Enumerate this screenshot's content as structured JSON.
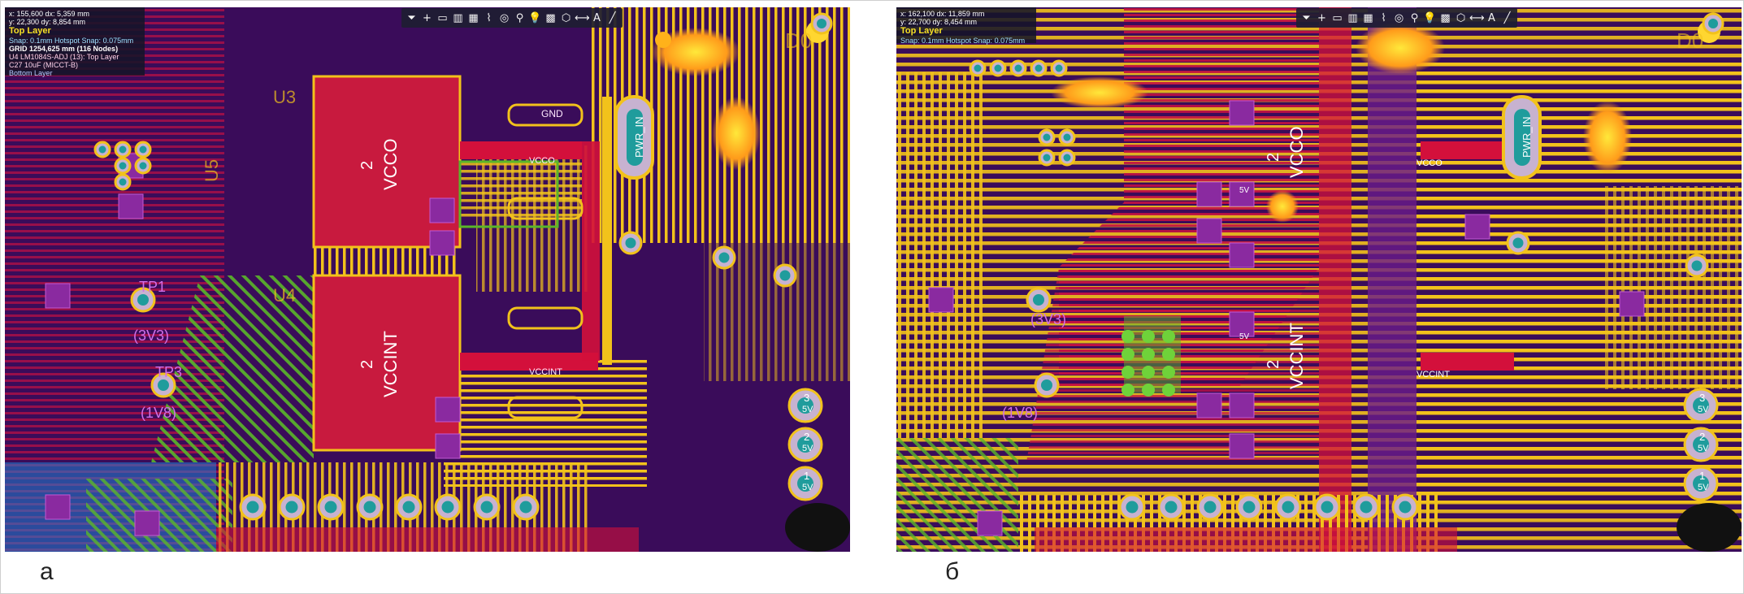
{
  "panels": [
    {
      "id": "a",
      "caption": "а",
      "info": {
        "line1": "x: 155,600   dx:  5,359  mm",
        "line2": "y: 22,300    dy:  8,854  mm",
        "layer": "Top Layer",
        "snap": "Snap: 0.1mm Hotspot Snap: 0.075mm",
        "grid": "GRID 1254,625 mm (116 Nodes)",
        "sel1": "U4   LM1084S-ADJ (13): Top Layer",
        "sel2": "C27  10uF (MICCT-B)",
        "bottom": "Bottom Layer"
      },
      "labels": {
        "u3": "U3",
        "u4": "U4",
        "u5": "U5",
        "vcco": "VCCO",
        "vccint": "VCCINT",
        "two_top": "2",
        "two_bot": "2",
        "tp1": "TP1",
        "tp3": "TP3",
        "v303": "(3V3)",
        "v1v8": "(1V8)",
        "gnd": "GND",
        "pwr": "PWR_IN",
        "d0": "D0",
        "pin3": "3",
        "pin2": "2",
        "pin1": "1",
        "v5a": "5V",
        "v5b": "5V",
        "v5c": "5V",
        "vcco_small": "VCCO",
        "vccint_small": "VCCINT"
      }
    },
    {
      "id": "b",
      "caption": "б",
      "info": {
        "line1": "x: 162,100   dx: 11,859  mm",
        "line2": "y: 22,700    dy:  8,454  mm",
        "layer": "Top Layer",
        "snap": "Snap: 0.1mm Hotspot Snap: 0.075mm"
      },
      "labels": {
        "vcco": "VCCO",
        "vccint": "VCCINT",
        "two_top": "2",
        "two_bot": "2",
        "pwr": "PWR_IN",
        "d0": "D0",
        "pin3": "3",
        "pin2": "2",
        "pin1": "1",
        "v5a": "5V",
        "v5b": "5V",
        "v5c": "5V",
        "v5d": "5V",
        "v5e": "5V",
        "vcco_small": "VCCO",
        "vccint_small": "VCCINT",
        "v1v8": "(1V8)",
        "v303": "(3V3)"
      }
    }
  ],
  "toolbar_icons": [
    "filter-icon",
    "plus-icon",
    "rect-select-icon",
    "chart-icon",
    "component-icon",
    "route-icon",
    "via-icon",
    "pin-icon",
    "bulb-icon",
    "grid-icon",
    "polygon-icon",
    "dimension-icon",
    "text-icon",
    "line-icon"
  ],
  "toolbar_glyphs": [
    "⏷",
    "+",
    "▭",
    "▥",
    "▦",
    "⌇",
    "◎",
    "⚲",
    "💡",
    "▩",
    "⬡",
    "⟷",
    "A",
    "╱"
  ],
  "colors": {
    "board": "#3a0c5a",
    "trace_top": "#f2c21b",
    "trace_red": "#d3103b",
    "trace_purple": "#6a1c8a",
    "trace_green": "#5ab629",
    "trace_blue": "#1f7fd6",
    "pad_ring": "#c7b2d0",
    "pad_center": "#1f9c9c",
    "copper_pour": "#c81a3e"
  }
}
